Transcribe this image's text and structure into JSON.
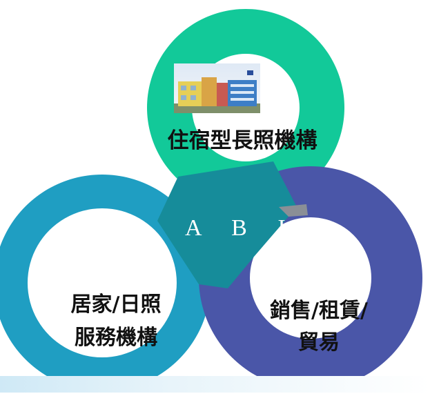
{
  "diagram": {
    "center_text": "A B I",
    "nodes": [
      {
        "id": "top",
        "label_lines": [
          "住宿型長照機構"
        ],
        "color": "#12c999"
      },
      {
        "id": "left",
        "label_lines": [
          "居家/日照",
          "服務機構"
        ],
        "color": "#1f9ec2"
      },
      {
        "id": "right",
        "label_lines": [
          "銷售/租賃/",
          "貿易"
        ],
        "color": "#4a56a8"
      }
    ],
    "center_color": "#168c9a",
    "photo_icon": "building-photo"
  }
}
